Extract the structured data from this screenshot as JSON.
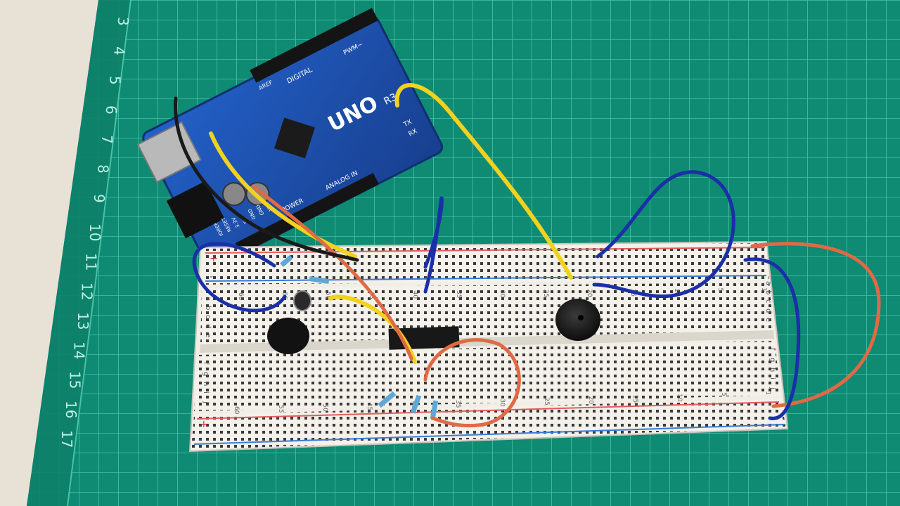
{
  "scene": {
    "description_colors": {
      "table": "#e9e3d8",
      "mat": "#0f8a73",
      "mat_grid": "#47c3aa",
      "board_pcb": "#1f55b6",
      "breadboard": "#f2f0ea",
      "red_rail": "#e45b5b",
      "blue_rail": "#3a7ad8",
      "wire_yellow": "#f2d21e",
      "wire_blue": "#1a2fa8",
      "wire_orange": "#e06a45",
      "wire_black": "#1a1a1a"
    }
  },
  "ruler": {
    "numbers": [
      "3",
      "4",
      "5",
      "6",
      "7",
      "8",
      "9",
      "10",
      "11",
      "12",
      "13",
      "14",
      "15",
      "16",
      "17"
    ]
  },
  "arduino": {
    "logo": "UNO",
    "rev": "R3",
    "labels": {
      "power_header": [
        "IOREF",
        "RESET",
        "3.3V",
        "5V",
        "GND",
        "GND",
        "VIN"
      ],
      "analog": "ANALOG IN",
      "digital": "DIGITAL",
      "pwm": "PWM~",
      "tx": "TX",
      "rx": "RX",
      "aref": "AREF",
      "power": "POWER"
    }
  },
  "breadboard": {
    "rails": {
      "plus": "+",
      "minus": "-"
    },
    "col_numbers_top": [
      "60",
      "55",
      "50",
      "45",
      "40",
      "35",
      "30",
      "25",
      "20",
      "15",
      "10",
      "5",
      "1"
    ],
    "col_numbers_bottom": [
      "60",
      "55",
      "50",
      "45",
      "40",
      "35",
      "30",
      "25",
      "20",
      "15",
      "10",
      "5",
      "1"
    ],
    "rows_top": [
      "a",
      "b",
      "c",
      "d",
      "e"
    ],
    "rows_bottom": [
      "f",
      "g",
      "h",
      "i",
      "j"
    ]
  }
}
